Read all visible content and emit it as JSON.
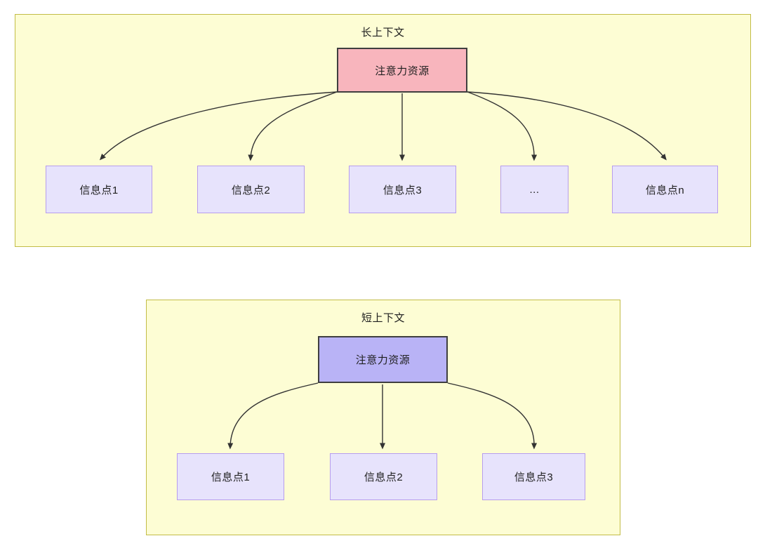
{
  "diagram": {
    "title_long": "长上下文",
    "title_short": "短上下文",
    "colors": {
      "panel_fill": "#fdfdd4",
      "panel_stroke": "#c2bc46",
      "root_long_fill": "#f8b5bd",
      "root_short_fill": "#b9b3f6",
      "leaf_fill": "#e7e3fc",
      "leaf_stroke": "#b79ded",
      "edge_stroke": "#333333",
      "text": "#1f1f1f"
    },
    "panels": [
      {
        "name": "long-context",
        "title": "长上下文",
        "root": {
          "label": "注意力资源"
        },
        "leaves": [
          {
            "label": "信息点1"
          },
          {
            "label": "信息点2"
          },
          {
            "label": "信息点3"
          },
          {
            "label": "..."
          },
          {
            "label": "信息点n"
          }
        ]
      },
      {
        "name": "short-context",
        "title": "短上下文",
        "root": {
          "label": "注意力资源"
        },
        "leaves": [
          {
            "label": "信息点1"
          },
          {
            "label": "信息点2"
          },
          {
            "label": "信息点3"
          }
        ]
      }
    ]
  }
}
